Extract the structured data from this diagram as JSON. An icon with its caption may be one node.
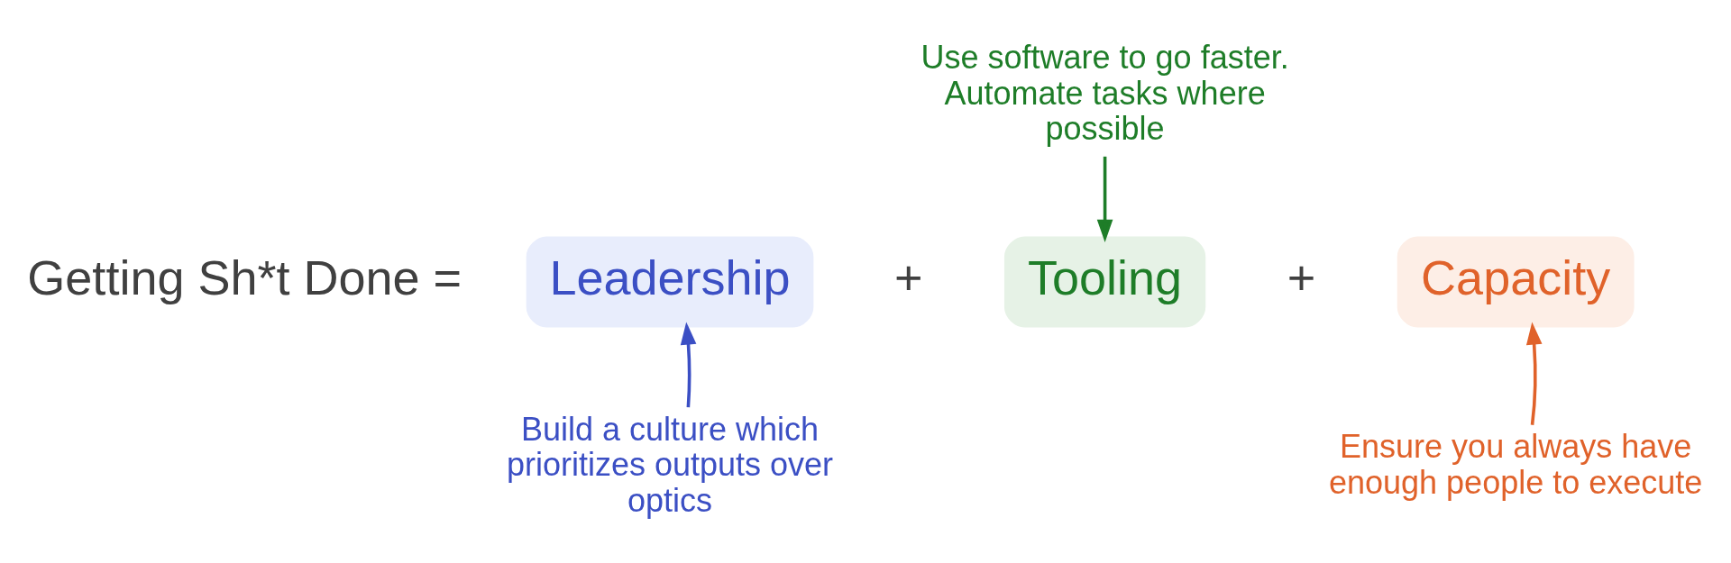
{
  "diagram": {
    "nodes": [
      {
        "text": [
          "Use software to go faster. Automate tasks where possible"
        ]
      },
      {
        "text": [
          "Leadership"
        ]
      },
      {
        "text": [
          "Tooling"
        ]
      },
      {
        "text": [
          "Capacity"
        ]
      },
      {
        "text": [
          "Build a culture which prioritizes outputs over optics"
        ]
      },
      {
        "text": [
          "Ensure you always have enough people to execute"
        ]
      }
    ],
    "edges": [
      {
        "from": 0,
        "to": 2,
        "arrow": "to",
        "color": "#1e7d28"
      },
      {
        "from": 4,
        "to": 1,
        "arrow": "to",
        "color": "#3b4fc4"
      },
      {
        "from": 5,
        "to": 3,
        "arrow": "to",
        "color": "#e0622a"
      }
    ],
    "labels": [
      "Getting Sh*t Done =",
      "+",
      "+"
    ]
  }
}
